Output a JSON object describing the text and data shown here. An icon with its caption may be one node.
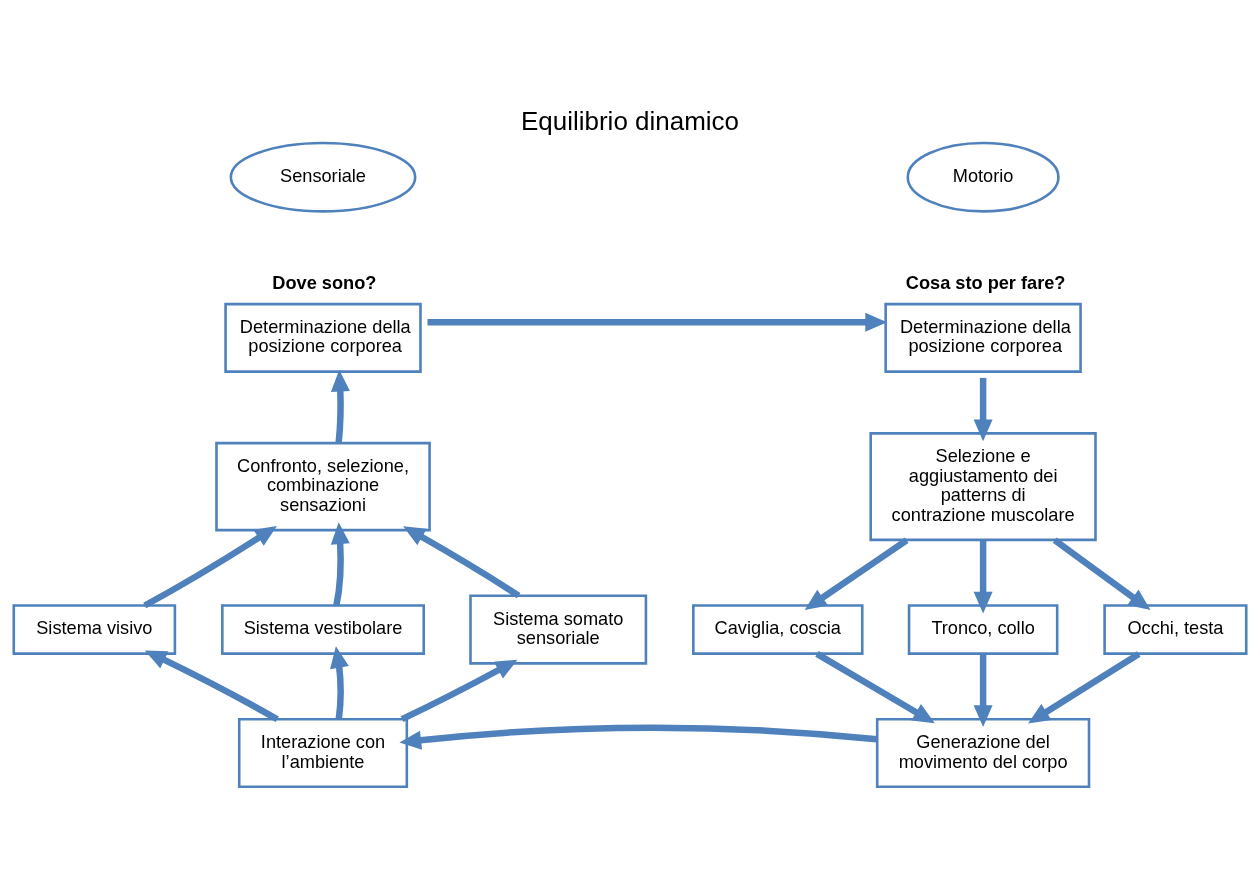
{
  "diagram": {
    "title": "Equilibrio dinamico",
    "nodes": [
      {
        "text": [
          "Sensoriale"
        ]
      },
      {
        "text": [
          "Motorio"
        ]
      },
      {
        "text": [
          "Determinazione della posizione corporea"
        ],
        "beside": [
          "Dove sono?"
        ]
      },
      {
        "text": [
          "Confronto, selezione, combinazione sensazioni"
        ]
      },
      {
        "text": [
          "Sistema visivo"
        ]
      },
      {
        "text": [
          "Sistema vestibolare"
        ]
      },
      {
        "text": [
          "Sistema somato sensoriale"
        ]
      },
      {
        "text": [
          "Interazione con l’ambiente"
        ]
      },
      {
        "text": [
          "Determinazione della posizione corporea"
        ],
        "beside": [
          "Cosa sto per fare?"
        ]
      },
      {
        "text": [
          "Selezione e aggiustamento dei patterns di contrazione muscolare"
        ]
      },
      {
        "text": [
          "Caviglia, coscia"
        ]
      },
      {
        "text": [
          "Tronco, collo"
        ]
      },
      {
        "text": [
          "Occhi, testa"
        ]
      },
      {
        "text": [
          "Generazione del movimento del corpo"
        ]
      }
    ],
    "edges": [
      {
        "from": 2,
        "to": 8,
        "arrow": "to"
      },
      {
        "from": 3,
        "to": 2,
        "arrow": "to"
      },
      {
        "from": 4,
        "to": 3,
        "arrow": "to"
      },
      {
        "from": 5,
        "to": 3,
        "arrow": "to"
      },
      {
        "from": 6,
        "to": 3,
        "arrow": "to"
      },
      {
        "from": 7,
        "to": 4,
        "arrow": "to"
      },
      {
        "from": 7,
        "to": 5,
        "arrow": "to"
      },
      {
        "from": 7,
        "to": 6,
        "arrow": "to"
      },
      {
        "from": 8,
        "to": 9,
        "arrow": "to"
      },
      {
        "from": 9,
        "to": 10,
        "arrow": "to"
      },
      {
        "from": 9,
        "to": 11,
        "arrow": "to"
      },
      {
        "from": 9,
        "to": 12,
        "arrow": "to"
      },
      {
        "from": 10,
        "to": 13,
        "arrow": "to"
      },
      {
        "from": 11,
        "to": 13,
        "arrow": "to"
      },
      {
        "from": 12,
        "to": 13,
        "arrow": "to"
      },
      {
        "from": 13,
        "to": 7,
        "arrow": "to"
      }
    ]
  }
}
